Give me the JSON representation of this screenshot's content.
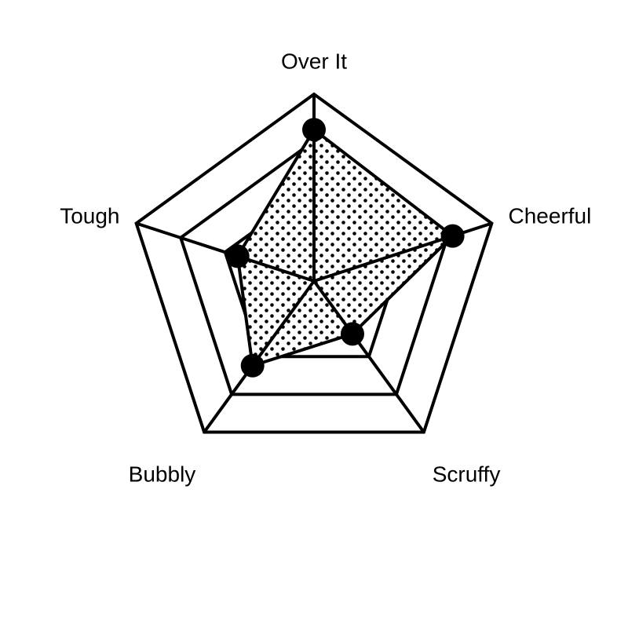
{
  "chart_data": {
    "type": "radar",
    "title": "",
    "axes": [
      "Over It",
      "Cheerful",
      "Scruffy",
      "Bubbly",
      "Tough"
    ],
    "series": [
      {
        "values": [
          0.81,
          0.78,
          0.35,
          0.56,
          0.43
        ]
      }
    ],
    "range": [
      0,
      1
    ],
    "rings": [
      0.25,
      0.5,
      0.75,
      1.0
    ],
    "grid": true,
    "legend": "none",
    "fill_pattern": "dots"
  },
  "colors": {
    "line": "#000000",
    "fill": "#ffffff",
    "dots": "#000000",
    "background": "#ffffff"
  }
}
